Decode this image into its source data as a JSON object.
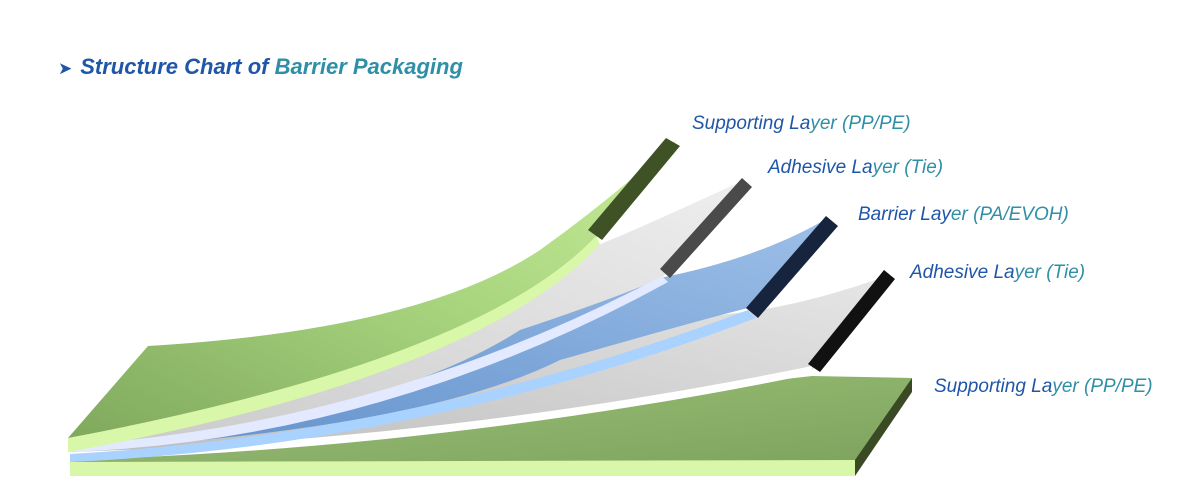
{
  "title": {
    "part1": "Structure Chart of ",
    "part2": "Barrier Packaging"
  },
  "layers": [
    {
      "name_a": "Supporting La",
      "name_b": "yer (PP/PE)"
    },
    {
      "name_a": "Adhesive La",
      "name_b": "yer (Tie)"
    },
    {
      "name_a": "Barrier Lay",
      "name_b": "er (PA/EVOH)"
    },
    {
      "name_a": "Adhesive La",
      "name_b": "yer (Tie)"
    },
    {
      "name_a": "Supporting La",
      "name_b": "yer (PP/PE)"
    }
  ],
  "colors": {
    "title_blue": "#1f56a8",
    "title_teal": "#2f8fa6",
    "supporting_green": "#8fba6a",
    "supporting_edge": "#d9f7a8",
    "adhesive_gray": "#d2d2d2",
    "barrier_blue": "#7aa3d4",
    "barrier_edge": "#a9d2ff"
  }
}
